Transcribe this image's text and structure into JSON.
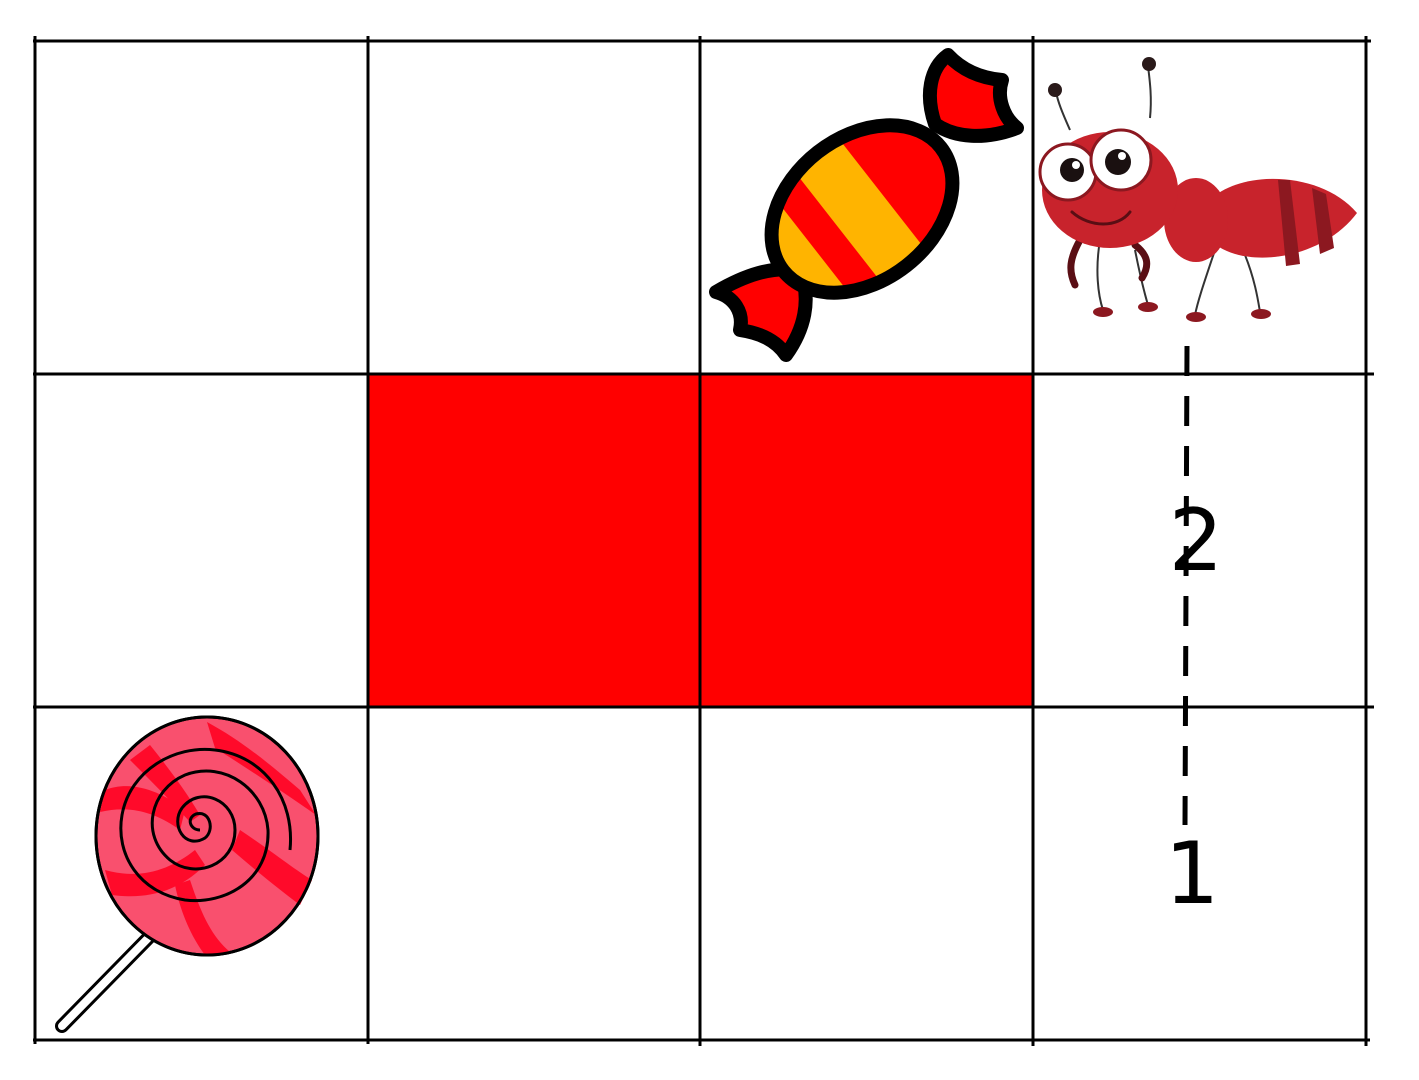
{
  "grid": {
    "rows": 3,
    "cols": 4,
    "line_color": "#000000",
    "background_color": "#ffffff",
    "blocked_color": "#ff0000",
    "blocked_cells": [
      {
        "row": 2,
        "col": 2
      },
      {
        "row": 2,
        "col": 3
      }
    ]
  },
  "items": [
    {
      "name": "candy-icon",
      "row": 1,
      "col": 3
    },
    {
      "name": "ant-icon",
      "row": 1,
      "col": 4
    },
    {
      "name": "lollipop-icon",
      "row": 3,
      "col": 1
    }
  ],
  "path": {
    "style": "dashed",
    "color": "#000000",
    "steps": [
      {
        "label": "2",
        "row": 2,
        "col": 4
      },
      {
        "label": "1",
        "row": 3,
        "col": 4
      }
    ]
  },
  "colors": {
    "candy_wrapper": "#ff0000",
    "candy_stripe": "#ffb400",
    "ant_body": "#c8232c",
    "ant_dark": "#8c1820",
    "lollipop_red": "#ff0a2a",
    "lollipop_pink": "#f9506e"
  }
}
